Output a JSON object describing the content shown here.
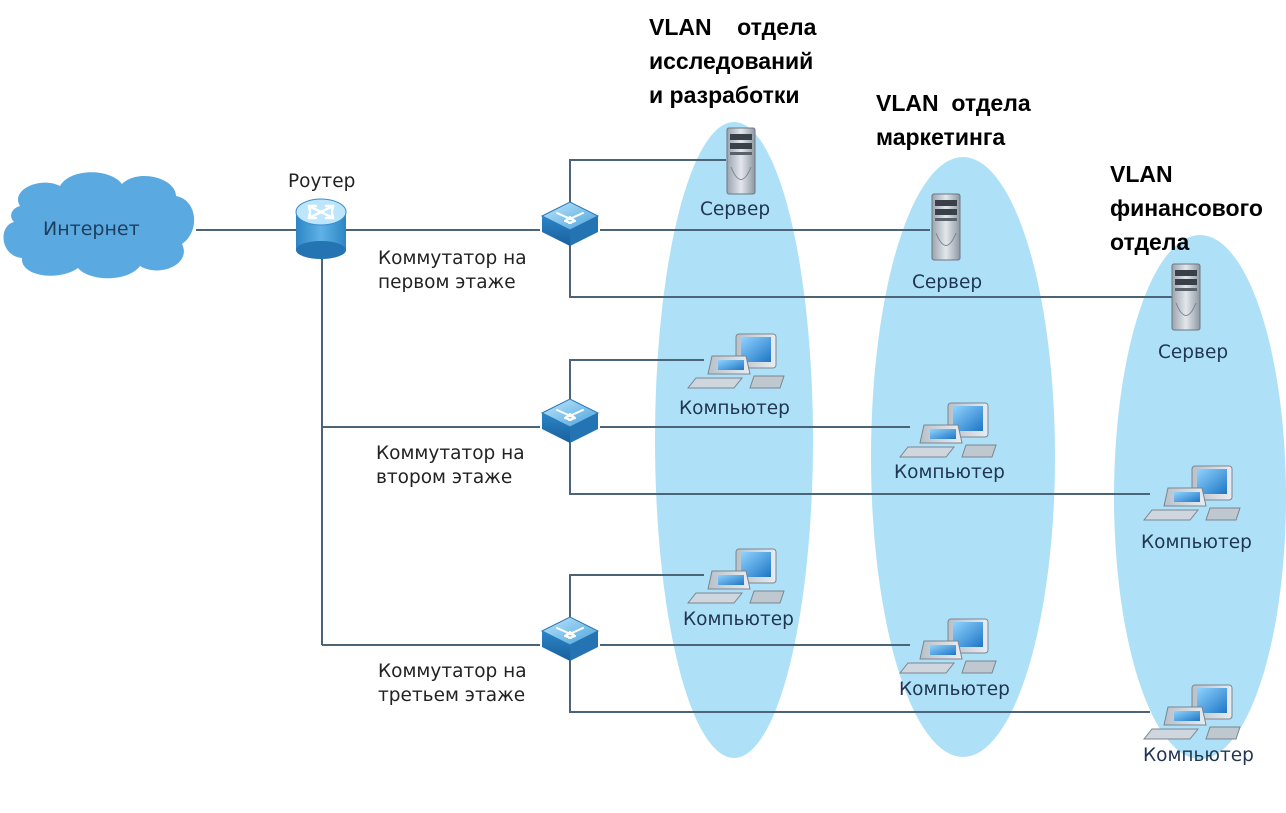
{
  "vlans": {
    "rd_title": "VLAN    отдела\nисследований\nи разработки",
    "marketing_title": "VLAN  отдела\nмаркетинга",
    "finance_title": "VLAN\nфинансового\nотдела"
  },
  "internet": {
    "label": "Интернет"
  },
  "router": {
    "label": "Роутер"
  },
  "switches": {
    "floor1": "Коммутатор на\nпервом этаже",
    "floor2": "Коммутатор на\nвтором этаже",
    "floor3": "Коммутатор на\nтретьем этаже"
  },
  "devices": {
    "rd_server": "Сервер",
    "marketing_server": "Сервер",
    "finance_server": "Сервер",
    "rd_pc_floor2": "Компьютер",
    "marketing_pc_floor2": "Компьютер",
    "finance_pc_floor2": "Компьютер",
    "rd_pc_floor3": "Компьютер",
    "marketing_pc_floor3": "Компьютер",
    "finance_pc_floor3": "Компьютер"
  },
  "colors": {
    "vlan_fill": "#aee1f7",
    "cloud": "#5aa9e0",
    "link": "#4b6478"
  }
}
